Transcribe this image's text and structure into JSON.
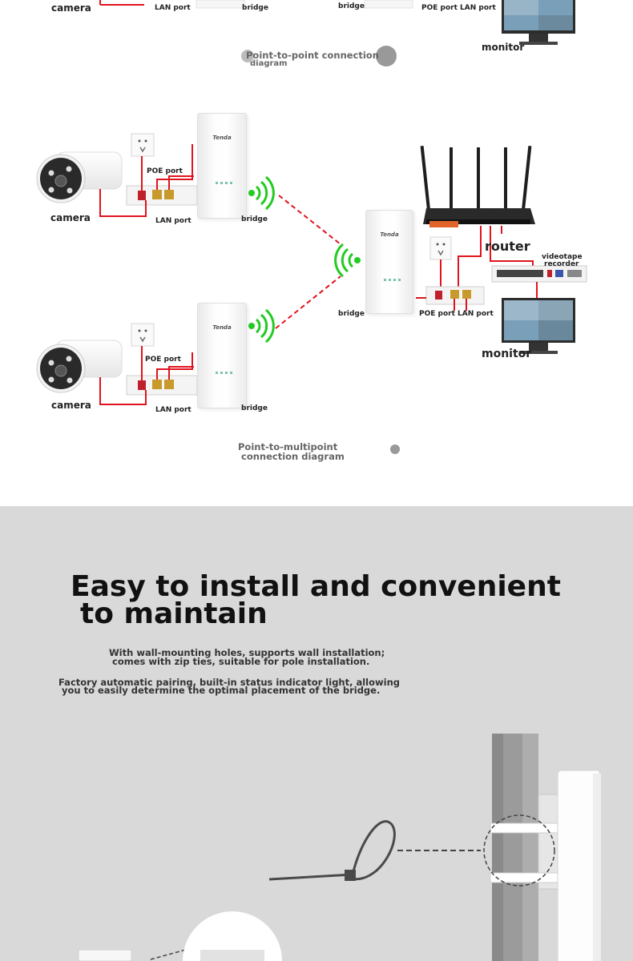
{
  "diagram1": {
    "camera": "camera",
    "lan_port": "LAN port",
    "bridge_a": "bridge",
    "bridge_b": "bridge",
    "poe_lan": "POE port LAN port",
    "monitor": "monitor",
    "caption_line1": "Point-to-point connection",
    "caption_line2": "diagram"
  },
  "diagram2": {
    "camera1": "camera",
    "poe_port1": "POE port",
    "lan_port1": "LAN port",
    "bridge1": "bridge",
    "camera2": "camera",
    "poe_port2": "POE port",
    "lan_port2": "LAN port",
    "bridge2": "bridge",
    "central_bridge": "bridge",
    "poe_lan": "POE port LAN port",
    "router": "router",
    "recorder_line1": "videotape",
    "recorder_line2": "recorder",
    "monitor": "monitor",
    "brand": "Tenda",
    "caption_line1": "Point-to-multipoint",
    "caption_line2": "connection diagram"
  },
  "install": {
    "title_line1": "Easy to install and convenient",
    "title_line2": "to maintain",
    "desc1_line1": "With wall-mounting holes, supports wall installation;",
    "desc1_line2": "comes with zip ties, suitable for pole installation.",
    "desc2_line1": "Factory automatic pairing, built-in status indicator light, allowing",
    "desc2_line2": "you to easily determine the optimal placement of the bridge."
  },
  "colors": {
    "cable": "#e0141e",
    "wireless": "#22cc22",
    "gray_bg": "#d9d9d9",
    "pole": "#9b9b9b"
  }
}
